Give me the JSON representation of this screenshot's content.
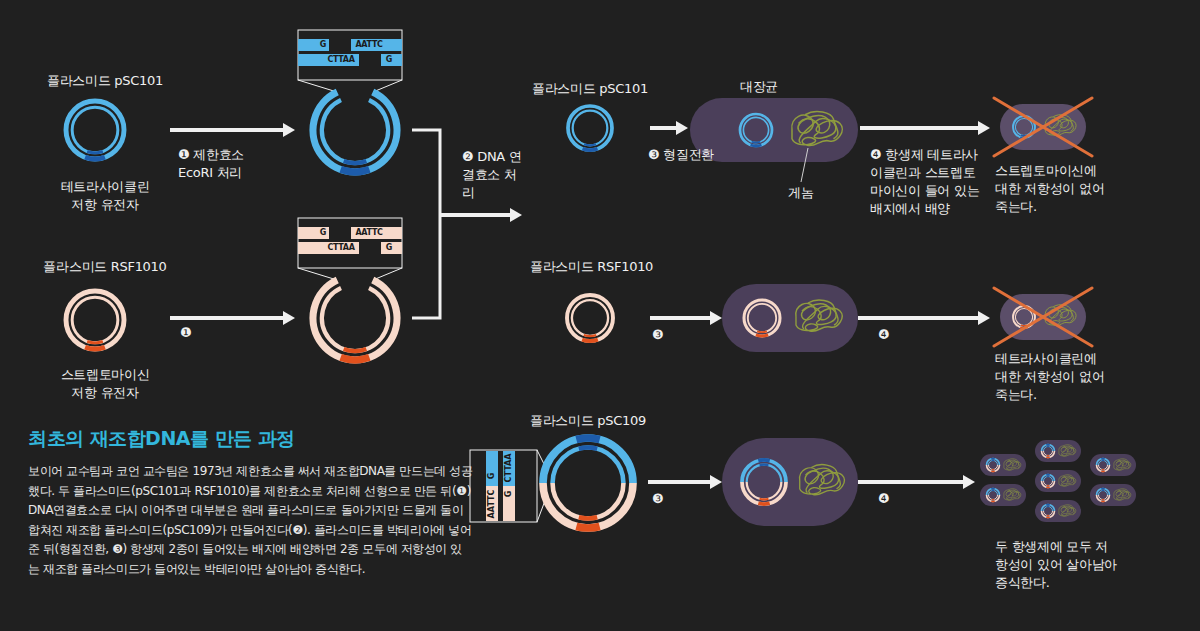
{
  "diagram": {
    "title": "최초의 재조합DNA를 만든 과정",
    "caption": "보이어 교수팀과 코언 교수팀은 1973년 제한효소를 써서 재조합DNA를 만드는데 성공했다. 두 플라스미드(pSC101과 RSF1010)를 제한효소로 처리해 선형으로 만든 뒤(❶) DNA연결효소로 다시 이어주면 대부분은 원래 플라스미드로 돌아가지만 드물게 둘이 합쳐진 재조합 플라스미드(pSC109)가 만들어진다(❷). 플라스미드를 박테리아에 넣어준 뒤(형질전환, ❸) 항생제 2종이 들어있는 배지에 배양하면 2종 모두에 저항성이 있는 재조합 플라스미드가 들어있는 박테리아만 살아남아 증식한다.",
    "nodes": [
      {
        "text": [
          "플라스미드 pSC101",
          "테트라사이클린 저항 유전자"
        ]
      },
      {
        "text": [
          "플라스미드 RSF1010",
          "스트렙토마이신 저항 유전자"
        ]
      },
      {
        "text": [
          "G",
          "CTTAA",
          "AATTC",
          "G"
        ]
      },
      {
        "text": [
          "G",
          "CTTAA",
          "AATTC",
          "G"
        ]
      },
      {
        "text": [
          "플라스미드 pSC101"
        ]
      },
      {
        "text": [
          "대장균",
          "게놈"
        ]
      },
      {
        "text": [
          "스트렙토마이신에 대한 저항성이 없어 죽는다."
        ]
      },
      {
        "text": [
          "플라스미드 RSF1010"
        ]
      },
      {
        "text": []
      },
      {
        "text": [
          "테트라사이클린에 대한 저항성이 없어 죽는다."
        ]
      },
      {
        "text": [
          "플라스미드 pSC109",
          "AATTC",
          "G",
          "G",
          "CTTAA"
        ]
      },
      {
        "text": []
      },
      {
        "text": [
          "두 항생제에 모두 저항성이 있어 살아남아 증식한다."
        ]
      }
    ],
    "edges": [
      {
        "from": 0,
        "to": 2,
        "arrow": "to",
        "label": "❶ 제한효소 EcoRI 처리"
      },
      {
        "from": 1,
        "to": 3,
        "arrow": "to",
        "label": "❶"
      },
      {
        "from": 4,
        "to": 5,
        "arrow": "to",
        "label": "❸ 형질전환"
      },
      {
        "from": 5,
        "to": 6,
        "arrow": "to",
        "label": "❹ 항생제 테트라사이클린과 스트렙토마이신이 들어 있는 배지에서 배양"
      },
      {
        "from": 7,
        "to": 8,
        "arrow": "to",
        "label": "❸"
      },
      {
        "from": 8,
        "to": 9,
        "arrow": "to",
        "label": "❹"
      },
      {
        "from": 10,
        "to": 11,
        "arrow": "to",
        "label": "❸"
      },
      {
        "from": 11,
        "to": 12,
        "arrow": "to",
        "label": "❹"
      }
    ],
    "labels": [
      "❷ DNA 연결효소 처리"
    ]
  }
}
